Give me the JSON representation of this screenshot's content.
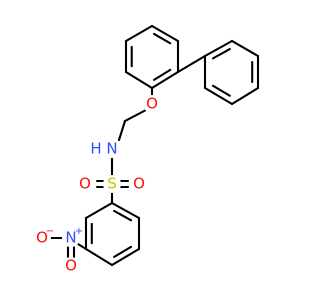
{
  "molecule": {
    "colors": {
      "bond": "#000000",
      "carbon": "#000000",
      "oxygen": "#ff0d0d",
      "nitrogen": "#2f50f8",
      "sulfur": "#c6c600",
      "background": "#ffffff"
    },
    "atoms": {
      "ether_oxygen": {
        "label": "O"
      },
      "amine_nitrogen": {
        "label": "N"
      },
      "amine_hydrogen": {
        "label": "H"
      },
      "sulfur": {
        "label": "S"
      },
      "sulfonyl_oxygen_left": {
        "label": "O"
      },
      "sulfonyl_oxygen_right": {
        "label": "O"
      },
      "nitro_nitrogen": {
        "label": "N",
        "charge": "+"
      },
      "nitro_oxygen_left": {
        "label": "O",
        "charge": "−"
      },
      "nitro_oxygen_bottom": {
        "label": "O"
      }
    }
  }
}
